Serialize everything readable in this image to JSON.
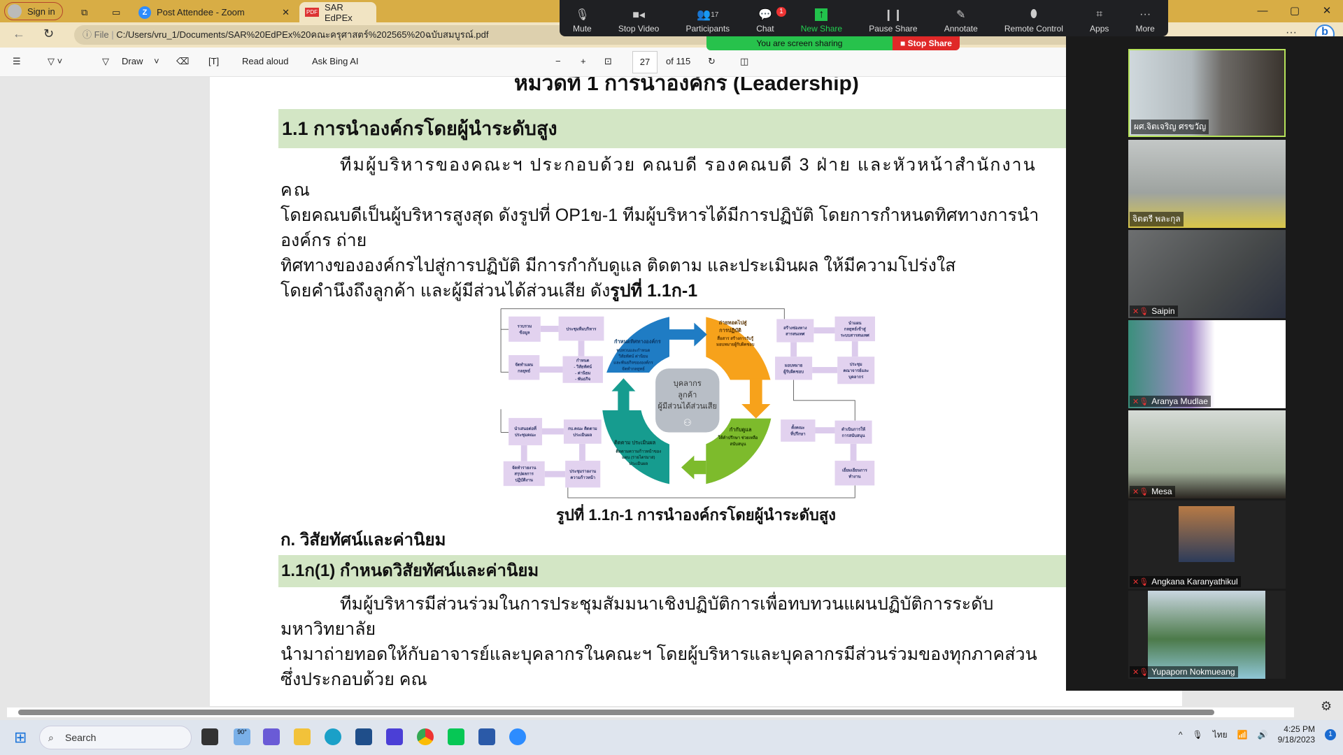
{
  "browser": {
    "signin": "Sign in",
    "tabs": [
      {
        "label": "Post Attendee - Zoom"
      },
      {
        "label": "SAR EdPEx"
      }
    ],
    "address_prefix": "File",
    "address": "C:/Users/vru_1/Documents/SAR%20EdPEx%20คณะครุศาสตร์%202565%20ฉบับสมบูรณ์.pdf",
    "window_controls": [
      "—",
      "▢",
      "✕"
    ]
  },
  "pdf_toolbar": {
    "draw": "Draw",
    "read_aloud": "Read aloud",
    "ask_bing": "Ask Bing AI",
    "page": "27",
    "of_pages": "of 115"
  },
  "zoom_toolbar": {
    "items": [
      {
        "label": "Mute",
        "icon": "mic-icon"
      },
      {
        "label": "Stop Video",
        "icon": "video-icon"
      },
      {
        "label": "Participants",
        "icon": "participants-icon",
        "count": "17"
      },
      {
        "label": "Chat",
        "icon": "chat-icon",
        "badge": "1"
      },
      {
        "label": "New Share",
        "icon": "share-icon"
      },
      {
        "label": "Pause Share",
        "icon": "pause-icon"
      },
      {
        "label": "Annotate",
        "icon": "pen-icon"
      },
      {
        "label": "Remote Control",
        "icon": "mouse-icon"
      },
      {
        "label": "Apps",
        "icon": "apps-icon"
      },
      {
        "label": "More",
        "icon": "more-icon"
      }
    ],
    "sharing_text": "You are screen sharing",
    "stop_share": "Stop Share"
  },
  "document": {
    "chapter": "หมวดที่ 1 การนำองค์กร (Leadership)",
    "section": "1.1 การนำองค์กรโดยผู้นำระดับสูง",
    "para": [
      "ทีมผู้บริหารของคณะฯ ประกอบด้วย คณบดี รองคณบดี 3 ฝ่าย และหัวหน้าสำนักงานคณ",
      "โดยคณบดีเป็นผู้บริหารสูงสุด ดังรูปที่ OP1ข-1 ทีมผู้บริหารได้มีการปฏิบัติ โดยการกำหนดทิศทางการนำองค์กร ถ่าย",
      "ทิศทางขององค์กรไปสู่การปฏิบัติ มีการกำกับดูแล ติดตาม และประเมินผล ให้มีความโปร่งใส",
      "โดยคำนึงถึงลูกค้า และผู้มีส่วนได้ส่วนเสีย ดัง",
      "รูปที่ 1.1ก-1"
    ],
    "caption": "รูปที่ 1.1ก-1 การนำองค์กรโดยผู้นำระดับสูง",
    "subhead": "ก. วิสัยทัศน์และค่านิยม",
    "section2": "1.1ก(1) กำหนดวิสัยทัศน์และค่านิยม",
    "para2": "ทีมผู้บริหารมีส่วนร่วมในการประชุมสัมมนาเชิงปฏิบัติการเพื่อทบทวนแผนปฏิบัติการระดับมหาวิทยาลัย",
    "para3": "นำมาถ่ายทอดให้กับอาจารย์และบุคลากรในคณะฯ โดยผู้บริหารและบุคลากรมีส่วนร่วมของทุกภาคส่วน ซึ่งประกอบด้วย คณ"
  },
  "diagram": {
    "center": [
      "บุคลากร",
      "ลูกค้า",
      "ผู้มีส่วนได้ส่วนเสีย"
    ],
    "quadrants": {
      "blue": {
        "title": "กำหนดทิศทางองค์กร",
        "lines": [
          "ทบทวนและกำหนด",
          "วิสัยทัศน์ ค่านิยม",
          "และพันธกิจขององค์กร",
          "จัดทำกลยุทธ์"
        ],
        "color": "#1f7cc4"
      },
      "orange": {
        "title": "ถ่ายทอดไปสู่",
        "title2": "การปฏิบัติ",
        "lines": [
          "สื่อสาร สร้างการรับรู้",
          "มอบหมายผู้รับผิดชอบ"
        ],
        "color": "#f7a21b"
      },
      "green": {
        "title": "กำกับดูแล",
        "lines": [
          "ให้คำปรึกษา ช่วยเหลือ",
          "สนับสนุน"
        ],
        "color": "#7dbb2c"
      },
      "teal": {
        "title": "ติดตาม ประเมินผล",
        "lines": [
          "ติดตามความก้าวหน้าของ",
          "แผน (รายไตรมาส)",
          "ประเมินผล"
        ],
        "color": "#169c8f"
      }
    },
    "boxes": [
      [
        "รวบรวม",
        "ข้อมูล"
      ],
      [
        "ประชุมทีมบริหาร"
      ],
      [
        "กำหนด",
        "- วิสัยทัศน์",
        "- ค่านิยม",
        "- พันธกิจ"
      ],
      [
        "จัดทำแผน",
        "กลยุทธ์"
      ],
      [
        "นำเสนอต่อที่",
        "ประชุมคณะ"
      ],
      [
        "กบ.คณะ ติดตาม",
        "ประเมินผล"
      ],
      [
        "จัดทำรายงาน",
        "สรุปผลการ",
        "ปฏิบัติงาน"
      ],
      [
        "ประชุมรายงาน",
        "ความก้าวหน้า"
      ],
      [
        "สร้างช่องทาง",
        "สารสนเทศ"
      ],
      [
        "นำแผน",
        "กลยุทธ์เข้าสู่",
        "ระบบสารสนเทศ"
      ],
      [
        "ประชุม",
        "คณาจารย์และ",
        "บุคลากร"
      ],
      [
        "มอบหมาย",
        "ผู้รับผิดชอบ"
      ],
      [
        "ตั้งคณะ",
        "ที่ปรึกษา"
      ],
      [
        "ดำเนินการให้",
        "การสนับสนุน"
      ],
      [
        "เยี่ยมเยียนการ",
        "ทำงาน"
      ]
    ]
  },
  "participants": [
    {
      "name": "ผศ.จิตเจริญ  ศรขวัญ",
      "muted": false,
      "active": true
    },
    {
      "name": "จิตตรี พละกุล",
      "muted": false
    },
    {
      "name": "Saipin",
      "muted": true
    },
    {
      "name": "Aranya Mudlae",
      "muted": true
    },
    {
      "name": "Mesa",
      "muted": true
    },
    {
      "name": "Angkana Karanyathikul",
      "muted": true
    },
    {
      "name": "Yupaporn Nokmueang",
      "muted": true
    }
  ],
  "taskbar": {
    "search": "Search",
    "weather": "90°",
    "lang": "ไทย",
    "time": "4:25 PM",
    "date": "9/18/2023",
    "notif": "1"
  }
}
